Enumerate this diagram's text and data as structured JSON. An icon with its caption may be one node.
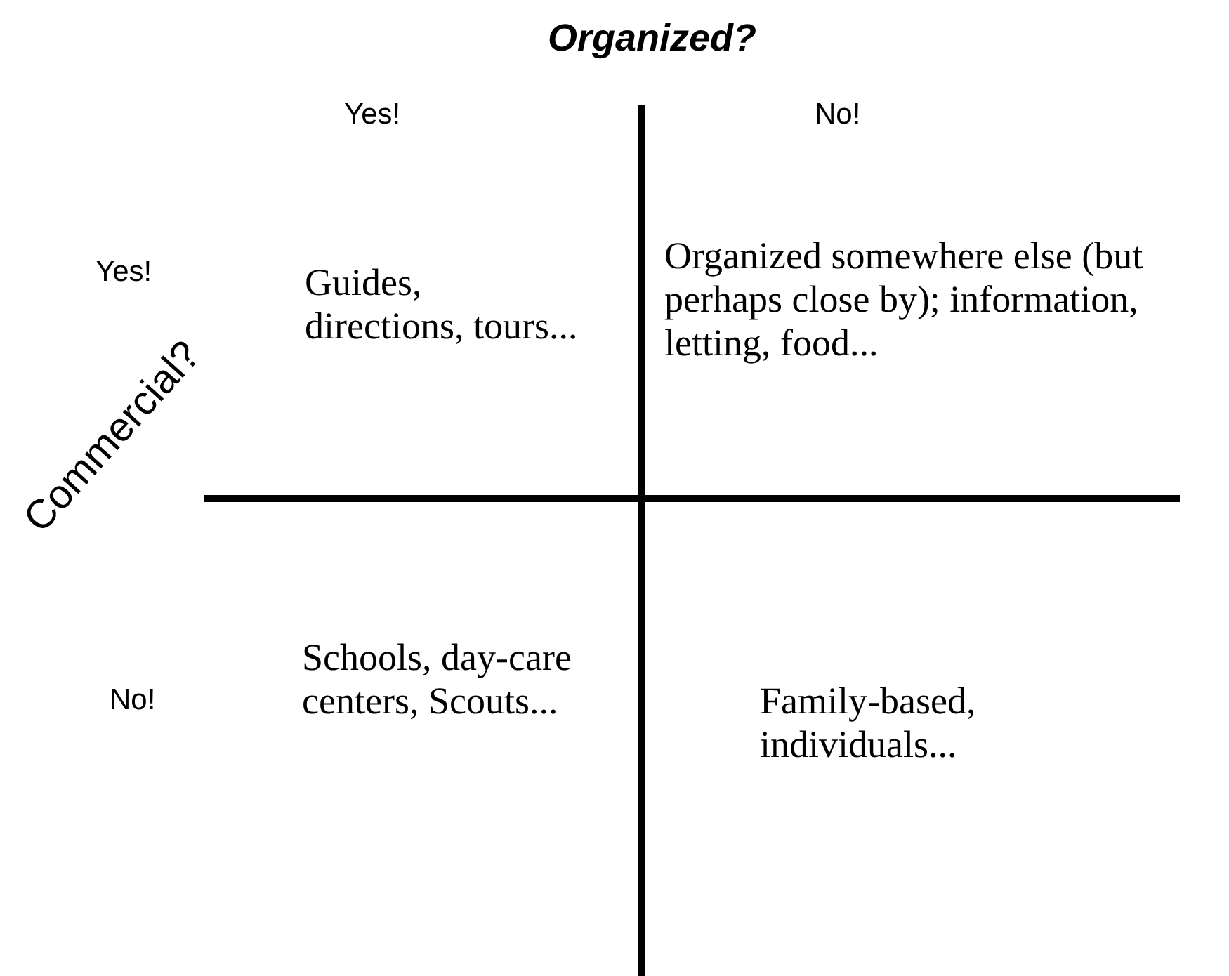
{
  "diagram": {
    "title": "Organized?",
    "labels": [
      "Yes!",
      "No!",
      "Yes!",
      "Guides, directions, tours...",
      "Organized somewhere else (but perhaps close by); information, letting, food...",
      "Commercial?",
      "Schools, day-care centers, Scouts...",
      "No!",
      "Family-based, individuals..."
    ]
  }
}
